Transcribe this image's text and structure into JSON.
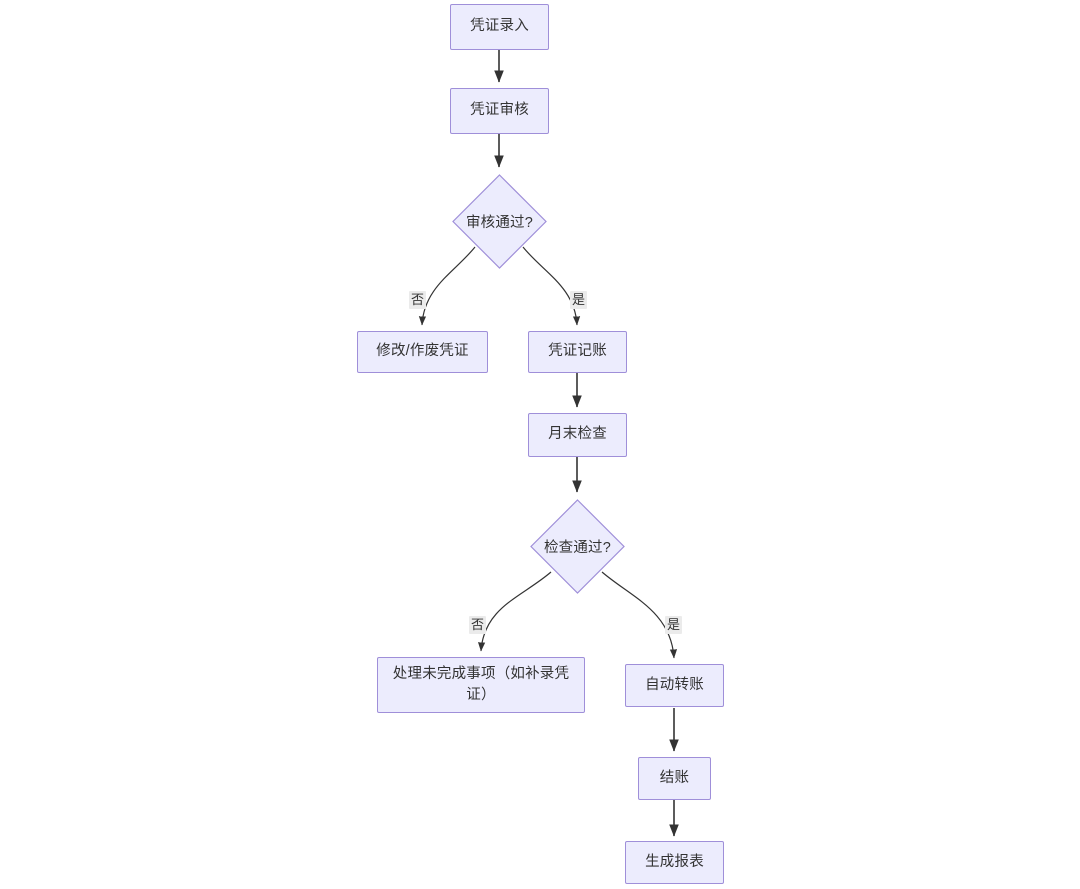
{
  "diagram": {
    "type": "flowchart",
    "title": "",
    "direction": "top-down",
    "theme": {
      "node_fill": "#ececfd",
      "node_stroke": "#9f8fd9",
      "edge_stroke": "#333333",
      "text_color": "#333333",
      "edge_label_bg": "#ebebeb",
      "background": "#ffffff"
    },
    "nodes": [
      {
        "id": "n1",
        "shape": "rect",
        "label": "凭证录入"
      },
      {
        "id": "n2",
        "shape": "rect",
        "label": "凭证审核"
      },
      {
        "id": "n3",
        "shape": "diamond",
        "label": "审核通过?"
      },
      {
        "id": "n4",
        "shape": "rect",
        "label": "修改/作废凭证"
      },
      {
        "id": "n5",
        "shape": "rect",
        "label": "凭证记账"
      },
      {
        "id": "n6",
        "shape": "rect",
        "label": "月末检查"
      },
      {
        "id": "n7",
        "shape": "diamond",
        "label": "检查通过?"
      },
      {
        "id": "n8",
        "shape": "rect",
        "label": "处理未完成事项（如补录凭证）"
      },
      {
        "id": "n9",
        "shape": "rect",
        "label": "自动转账"
      },
      {
        "id": "n10",
        "shape": "rect",
        "label": "结账"
      },
      {
        "id": "n11",
        "shape": "rect",
        "label": "生成报表"
      }
    ],
    "edges": [
      {
        "from": "n1",
        "to": "n2",
        "label": ""
      },
      {
        "from": "n2",
        "to": "n3",
        "label": ""
      },
      {
        "from": "n3",
        "to": "n4",
        "label": "否"
      },
      {
        "from": "n3",
        "to": "n5",
        "label": "是"
      },
      {
        "from": "n5",
        "to": "n6",
        "label": ""
      },
      {
        "from": "n6",
        "to": "n7",
        "label": ""
      },
      {
        "from": "n7",
        "to": "n8",
        "label": "否"
      },
      {
        "from": "n7",
        "to": "n9",
        "label": "是"
      },
      {
        "from": "n9",
        "to": "n10",
        "label": ""
      },
      {
        "from": "n10",
        "to": "n11",
        "label": ""
      }
    ],
    "edge_labels": {
      "no_1": "否",
      "yes_1": "是",
      "no_2": "否",
      "yes_2": "是"
    }
  }
}
